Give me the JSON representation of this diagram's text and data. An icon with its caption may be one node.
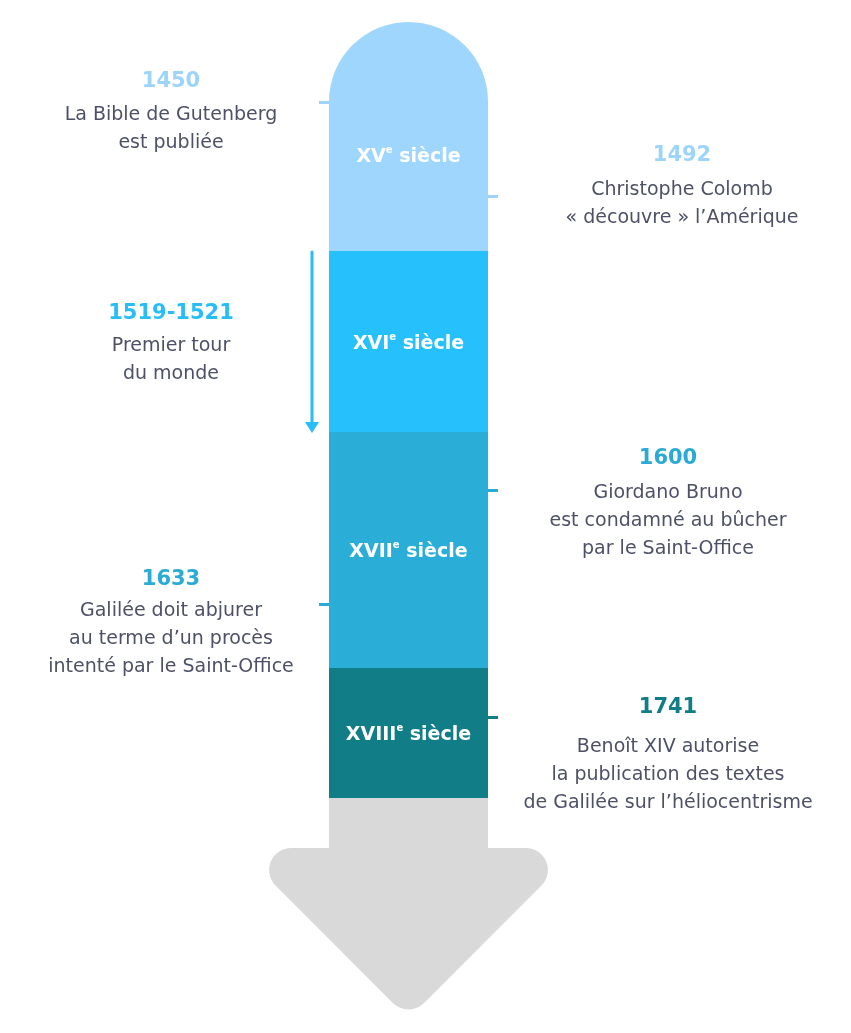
{
  "diagram": {
    "nodes": [
      {
        "text": [
          "XV$^{e}$ siècle"
        ],
        "beside": [
          "1450",
          "La Bible de Gutenberg est publiée",
          "1492",
          "Christophe Colomb « découvre » l’Amérique"
        ]
      },
      {
        "text": [
          "XVI$^{e}$ siècle"
        ],
        "beside": [
          "1519-1521",
          "Premier tour du monde"
        ]
      },
      {
        "text": [
          "XVII$^{e}$ siècle"
        ],
        "beside": [
          "1600",
          "Giordano Bruno est condamné au bûcher par le Saint-Office",
          "1633",
          "Galilée doit abjurer au terme d’un procès intenté par le Saint-Office"
        ]
      },
      {
        "text": [
          "XVIII$^{e}$ siècle"
        ],
        "beside": [
          "1741",
          "Benoît XIV autorise la publication des textes de Galilée sur l’héliocentrisme"
        ]
      }
    ]
  }
}
